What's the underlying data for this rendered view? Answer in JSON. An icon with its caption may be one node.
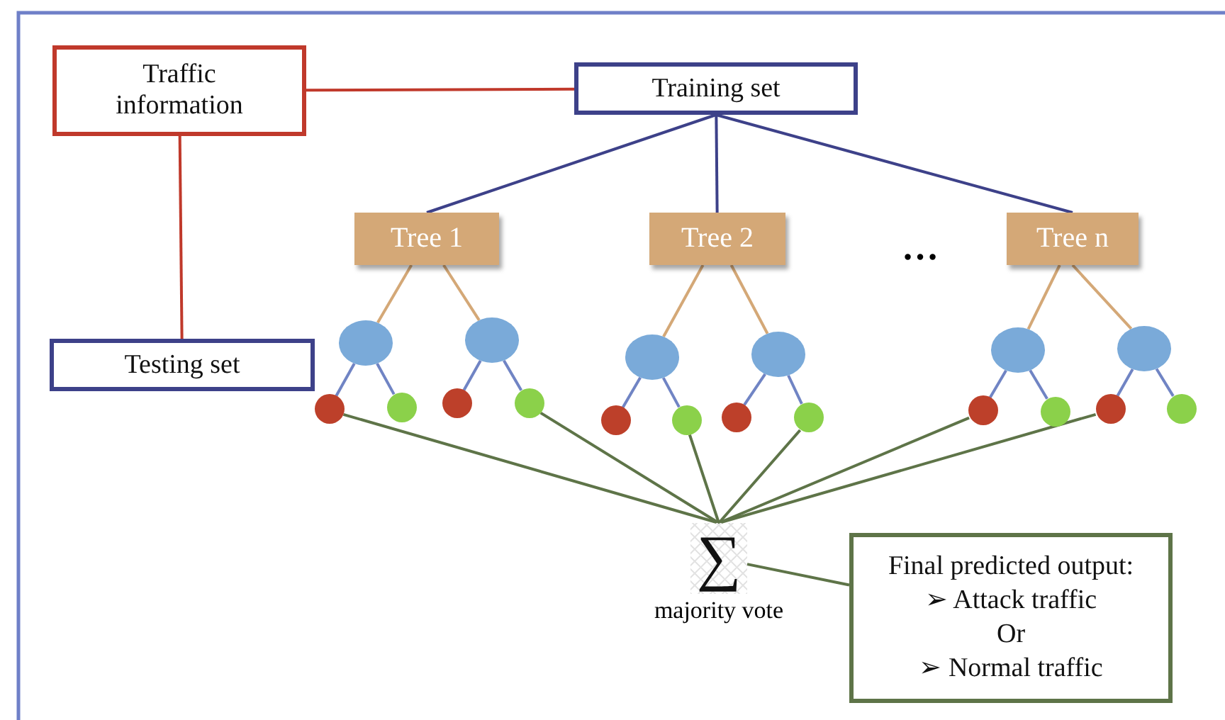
{
  "diagram": {
    "nodes": [
      {
        "text": [
          "Traffic information"
        ]
      },
      {
        "text": [
          "Training set"
        ]
      },
      {
        "text": [
          "Testing set"
        ]
      },
      {
        "text": [
          "Tree 1"
        ]
      },
      {
        "text": [
          "Tree 2"
        ]
      },
      {
        "text": [
          "Tree n"
        ]
      },
      {
        "text": [],
        "shape": "ellipse"
      },
      {
        "text": [],
        "shape": "ellipse"
      },
      {
        "text": [],
        "shape": "ellipse"
      },
      {
        "text": [],
        "shape": "ellipse"
      },
      {
        "text": [],
        "shape": "ellipse"
      },
      {
        "text": [],
        "shape": "ellipse"
      },
      {
        "text": [],
        "shape": "circle"
      },
      {
        "text": [],
        "shape": "circle"
      },
      {
        "text": [],
        "shape": "circle"
      },
      {
        "text": [],
        "shape": "circle"
      },
      {
        "text": [],
        "shape": "circle"
      },
      {
        "text": [],
        "shape": "circle"
      },
      {
        "text": [],
        "shape": "circle"
      },
      {
        "text": [],
        "shape": "circle"
      },
      {
        "text": [],
        "shape": "circle"
      },
      {
        "text": [],
        "shape": "circle"
      },
      {
        "text": [],
        "shape": "circle"
      },
      {
        "text": [],
        "shape": "circle"
      },
      {
        "text": [
          "∑"
        ],
        "beside": [
          "majority vote"
        ]
      },
      {
        "text": [
          "Final predicted output:",
          "➢ Attack traffic",
          "Or",
          "➢ Normal traffic"
        ]
      }
    ],
    "edges": [
      {
        "from": 0,
        "to": 1,
        "arrow": "none",
        "color": "#c0392b"
      },
      {
        "from": 0,
        "to": 2,
        "arrow": "none",
        "color": "#c0392b"
      },
      {
        "from": 1,
        "to": 3,
        "arrow": "none",
        "color": "#3d4189"
      },
      {
        "from": 1,
        "to": 4,
        "arrow": "none",
        "color": "#3d4189"
      },
      {
        "from": 1,
        "to": 5,
        "arrow": "none",
        "color": "#3d4189"
      },
      {
        "from": 3,
        "to": 6,
        "arrow": "none",
        "color": "#d4a877"
      },
      {
        "from": 3,
        "to": 7,
        "arrow": "none",
        "color": "#d4a877"
      },
      {
        "from": 4,
        "to": 8,
        "arrow": "none",
        "color": "#d4a877"
      },
      {
        "from": 4,
        "to": 9,
        "arrow": "none",
        "color": "#d4a877"
      },
      {
        "from": 5,
        "to": 10,
        "arrow": "none",
        "color": "#d4a877"
      },
      {
        "from": 5,
        "to": 11,
        "arrow": "none",
        "color": "#d4a877"
      },
      {
        "from": 6,
        "to": 12,
        "arrow": "none"
      },
      {
        "from": 6,
        "to": 13,
        "arrow": "none"
      },
      {
        "from": 7,
        "to": 14,
        "arrow": "none"
      },
      {
        "from": 7,
        "to": 15,
        "arrow": "none"
      },
      {
        "from": 8,
        "to": 16,
        "arrow": "none"
      },
      {
        "from": 8,
        "to": 17,
        "arrow": "none"
      },
      {
        "from": 9,
        "to": 18,
        "arrow": "none"
      },
      {
        "from": 9,
        "to": 19,
        "arrow": "none"
      },
      {
        "from": 10,
        "to": 20,
        "arrow": "none"
      },
      {
        "from": 10,
        "to": 21,
        "arrow": "none"
      },
      {
        "from": 11,
        "to": 22,
        "arrow": "none"
      },
      {
        "from": 11,
        "to": 23,
        "arrow": "none"
      },
      {
        "from": 12,
        "to": 24,
        "arrow": "none",
        "color": "#5e7448"
      },
      {
        "from": 15,
        "to": 24,
        "arrow": "none",
        "color": "#5e7448"
      },
      {
        "from": 17,
        "to": 24,
        "arrow": "none",
        "color": "#5e7448"
      },
      {
        "from": 19,
        "to": 24,
        "arrow": "none",
        "color": "#5e7448"
      },
      {
        "from": 20,
        "to": 24,
        "arrow": "none",
        "color": "#5e7448"
      },
      {
        "from": 22,
        "to": 24,
        "arrow": "none",
        "color": "#5e7448"
      },
      {
        "from": 24,
        "to": 25,
        "arrow": "none",
        "color": "#5e7448"
      }
    ],
    "labels": [
      "…"
    ]
  }
}
